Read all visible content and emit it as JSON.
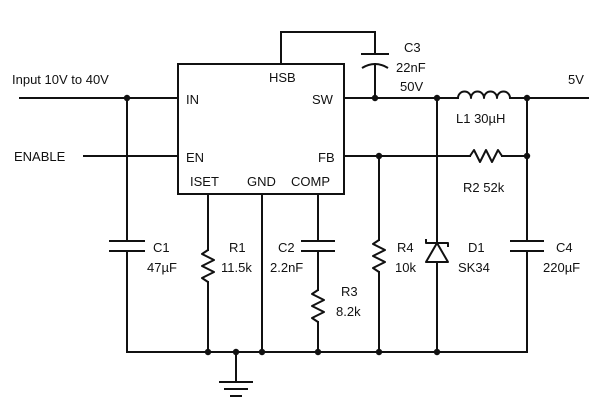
{
  "ic": {
    "pins": {
      "in": "IN",
      "en": "EN",
      "hsb": "HSB",
      "sw": "SW",
      "fb": "FB",
      "iset": "ISET",
      "gnd": "GND",
      "comp": "COMP"
    }
  },
  "labels": {
    "input": "Input 10V to 40V",
    "enable": "ENABLE",
    "output": "5V"
  },
  "components": {
    "c1": {
      "ref": "C1",
      "value": "47µF"
    },
    "r1": {
      "ref": "R1",
      "value": "11.5k"
    },
    "c2": {
      "ref": "C2",
      "value": "2.2nF"
    },
    "r3": {
      "ref": "R3",
      "value": "8.2k"
    },
    "r4": {
      "ref": "R4",
      "value": "10k"
    },
    "d1": {
      "ref": "D1",
      "value": "SK34"
    },
    "c4": {
      "ref": "C4",
      "value": "220µF"
    },
    "c3": {
      "ref": "C3",
      "value": "22nF",
      "rating": "50V"
    },
    "l1": {
      "ref_value": "L1 30µH"
    },
    "r2": {
      "ref_value": "R2 52k"
    }
  }
}
